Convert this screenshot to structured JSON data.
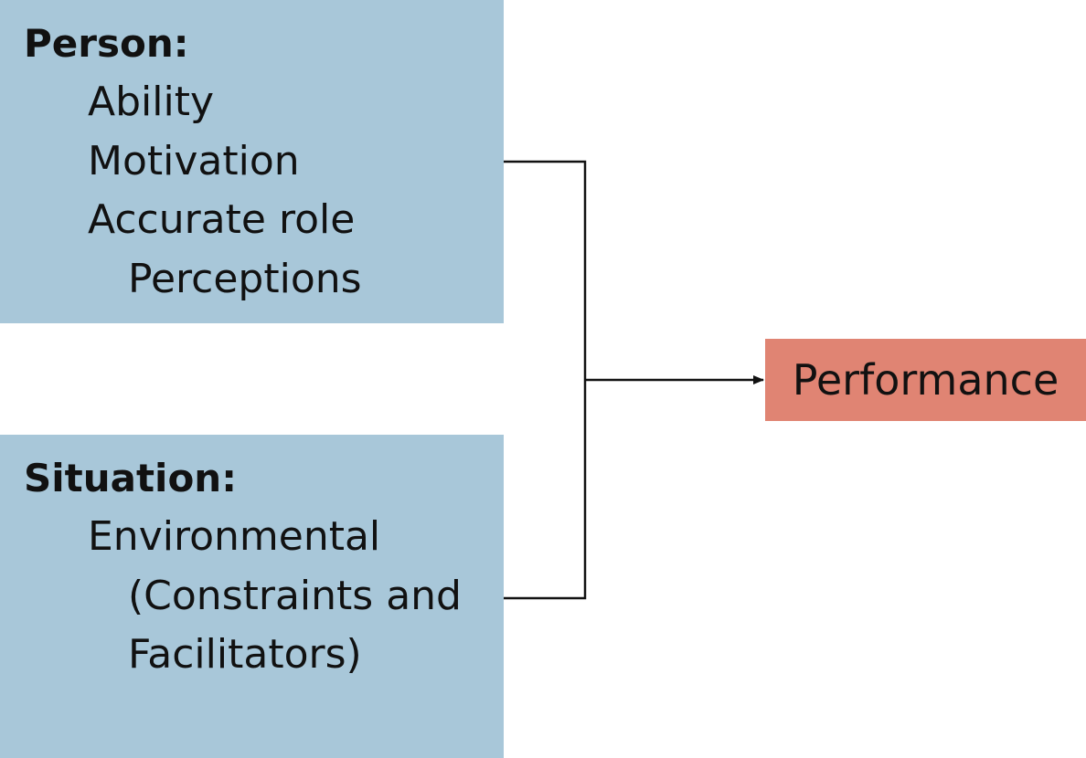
{
  "diagram": {
    "person": {
      "heading": "Person:",
      "items": [
        "Ability",
        "Motivation",
        "Accurate role",
        "Perceptions"
      ]
    },
    "situation": {
      "heading": "Situation:",
      "items": [
        "Environmental",
        "(Constraints and",
        "Facilitators)"
      ]
    },
    "outcome": {
      "label": "Performance"
    },
    "colors": {
      "input_box": "#a8c7d9",
      "outcome_box": "#e08473",
      "connector": "#111111"
    }
  }
}
